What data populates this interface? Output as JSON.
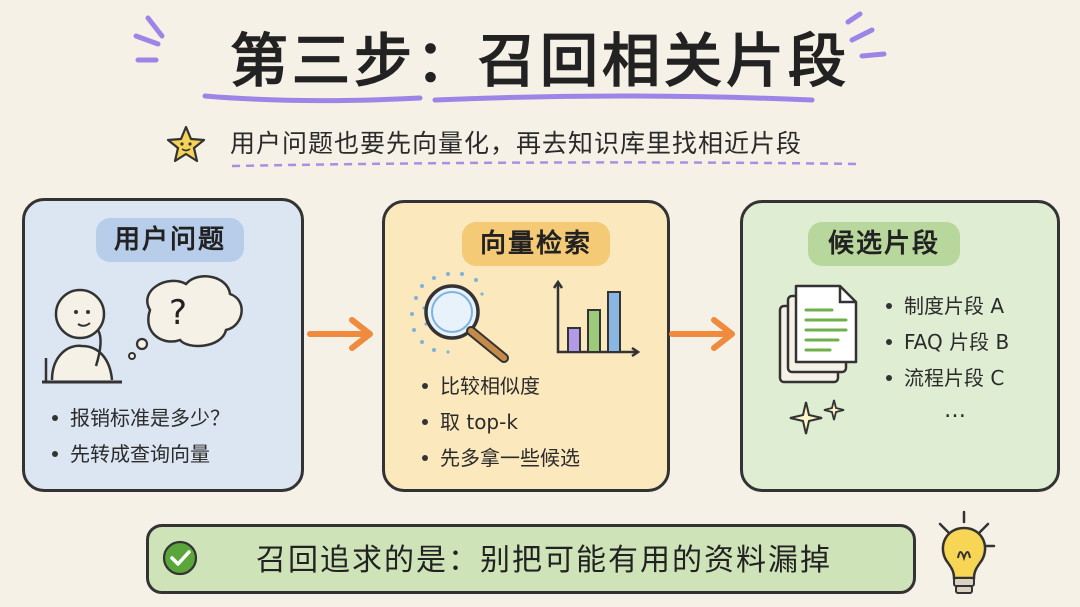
{
  "title": "第三步：召回相关片段",
  "subtitle": "用户问题也要先向量化，再去知识库里找相近片段",
  "steps": [
    {
      "label": "用户问题",
      "bubble": "?",
      "items": [
        "报销标准是多少？",
        "先转成查询向量"
      ]
    },
    {
      "label": "向量检索",
      "items": [
        "比较相似度",
        "取 top-k",
        "先多拿一些候选"
      ]
    },
    {
      "label": "候选片段",
      "items": [
        "制度片段 A",
        "FAQ 片段 B",
        "流程片段 C",
        "…"
      ]
    }
  ],
  "footer": "召回追求的是：别把可能有用的资料漏掉",
  "icons": [
    "star-icon",
    "person-thinking-icon",
    "magnifier-icon",
    "bar-chart-icon",
    "document-stack-icon",
    "sparkle-icon",
    "check-circle-icon",
    "lightbulb-icon",
    "arrow-right-icon"
  ],
  "colors": {
    "blue_panel": "#dce6f2",
    "yellow_panel": "#fbe8bd",
    "green_panel": "#dfedd3",
    "arrow": "#f08a3c",
    "underline": "#a98fe0"
  }
}
